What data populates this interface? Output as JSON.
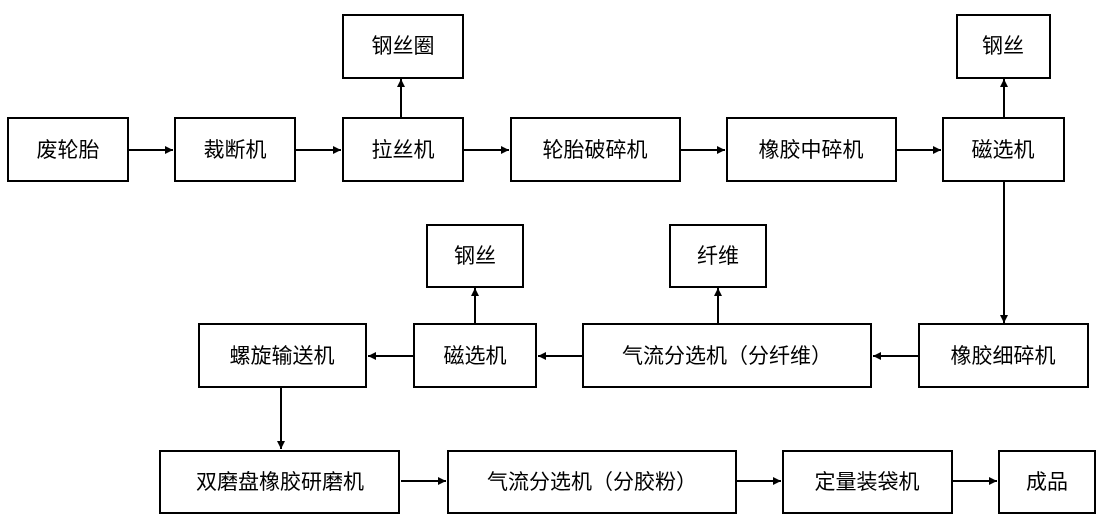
{
  "diagram": {
    "nodes": {
      "waste_tire": "废轮胎",
      "cutter": "裁断机",
      "wire_drawer": "拉丝机",
      "bead_wire": "钢丝圈",
      "tire_crusher": "轮胎破碎机",
      "rubber_medium_crusher": "橡胶中碎机",
      "magnetic_separator_1": "磁选机",
      "steel_wire_1": "钢丝",
      "rubber_fine_crusher": "橡胶细碎机",
      "air_separator_fiber": "气流分选机（分纤维）",
      "fiber": "纤维",
      "magnetic_separator_2": "磁选机",
      "steel_wire_2": "钢丝",
      "screw_conveyor": "螺旋输送机",
      "double_disc_grinder": "双磨盘橡胶研磨机",
      "air_separator_powder": "气流分选机（分胶粉）",
      "bagging_machine": "定量装袋机",
      "finished_product": "成品"
    },
    "edges": [
      [
        "waste_tire",
        "cutter"
      ],
      [
        "cutter",
        "wire_drawer"
      ],
      [
        "wire_drawer",
        "bead_wire"
      ],
      [
        "wire_drawer",
        "tire_crusher"
      ],
      [
        "tire_crusher",
        "rubber_medium_crusher"
      ],
      [
        "rubber_medium_crusher",
        "magnetic_separator_1"
      ],
      [
        "magnetic_separator_1",
        "steel_wire_1"
      ],
      [
        "magnetic_separator_1",
        "rubber_fine_crusher"
      ],
      [
        "rubber_fine_crusher",
        "air_separator_fiber"
      ],
      [
        "air_separator_fiber",
        "fiber"
      ],
      [
        "air_separator_fiber",
        "magnetic_separator_2"
      ],
      [
        "magnetic_separator_2",
        "steel_wire_2"
      ],
      [
        "magnetic_separator_2",
        "screw_conveyor"
      ],
      [
        "screw_conveyor",
        "double_disc_grinder"
      ],
      [
        "double_disc_grinder",
        "air_separator_powder"
      ],
      [
        "air_separator_powder",
        "bagging_machine"
      ],
      [
        "bagging_machine",
        "finished_product"
      ]
    ]
  }
}
